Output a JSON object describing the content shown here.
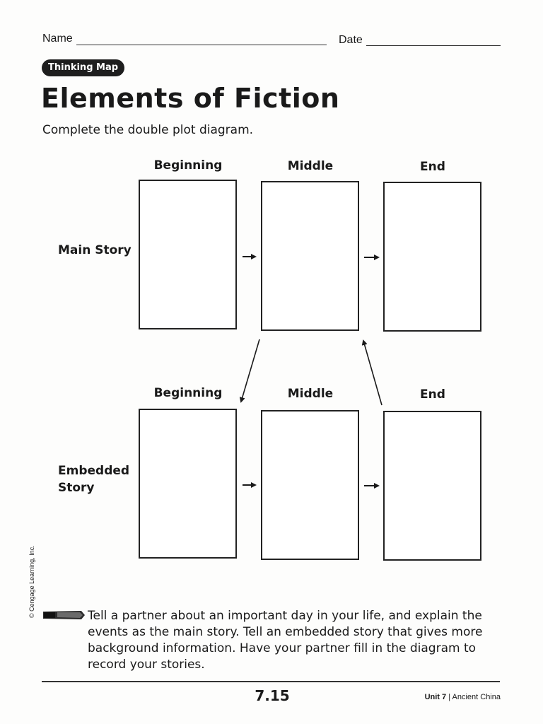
{
  "header": {
    "name_label": "Name",
    "date_label": "Date"
  },
  "badge": "Thinking Map",
  "title": "Elements of Fiction",
  "subtitle": "Complete the double plot diagram.",
  "main_story": {
    "label": "Main Story",
    "columns": [
      "Beginning",
      "Middle",
      "End"
    ]
  },
  "embedded_story": {
    "label_line1": "Embedded",
    "label_line2": "Story",
    "columns": [
      "Beginning",
      "Middle",
      "End"
    ]
  },
  "prompt": {
    "lines": [
      "Tell a partner about an important day in your life, and explain the",
      "events as the main story. Tell an embedded story that gives more",
      "background information. Have your partner fill in the diagram to",
      "record your stories."
    ]
  },
  "footer": {
    "page_number": "7.15",
    "unit": "Unit 7",
    "separator": "|",
    "unit_title": "Ancient China"
  },
  "copyright": "© Cengage Learning, Inc."
}
